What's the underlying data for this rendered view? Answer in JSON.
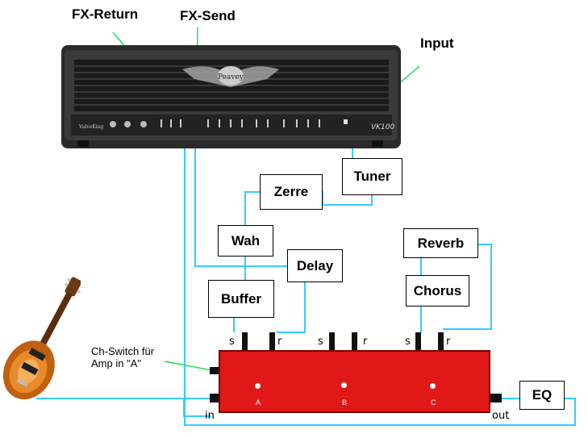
{
  "labels": {
    "fx_return": "FX-Return",
    "fx_send": "FX-Send",
    "input": "Input"
  },
  "boxes": {
    "tuner": "Tuner",
    "zerre": "Zerre",
    "wah": "Wah",
    "delay": "Delay",
    "buffer": "Buffer",
    "reverb": "Reverb",
    "chorus": "Chorus",
    "eq": "EQ"
  },
  "amp": {
    "brand": "Peavey",
    "model": "VK100",
    "left_badge": "ValveKing"
  },
  "switcher": {
    "loops": [
      "A",
      "B",
      "C"
    ],
    "jack_top": [
      "s",
      "r",
      "s",
      "r",
      "s",
      "r"
    ],
    "in_label": "in",
    "out_label": "out",
    "ch_switch_note": "Ch-Switch für\nAmp in \"A\""
  },
  "colors": {
    "cable": "#33ccff",
    "annotation_line": "#22dd55",
    "pedal_body": "#e01818"
  }
}
